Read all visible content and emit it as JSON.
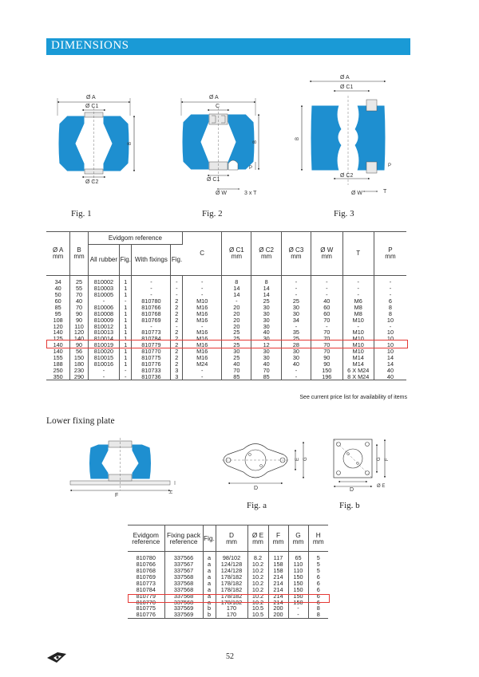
{
  "header": {
    "title": "DIMENSIONS"
  },
  "figures": {
    "fig1": {
      "caption": "Fig. 1",
      "labels": {
        "a": "Ø A",
        "c1": "Ø C1",
        "c2": "Ø C2",
        "b": "B"
      }
    },
    "fig2": {
      "caption": "Fig. 2",
      "labels": {
        "a": "Ø A",
        "c": "C",
        "c1": "Ø C1",
        "w": "Ø W",
        "t": "3 x T",
        "b": "B",
        "p": "P"
      }
    },
    "fig3": {
      "caption": "Fig. 3",
      "labels": {
        "a": "Ø A",
        "c1": "Ø C1",
        "c2": "Ø C2",
        "w": "Ø W",
        "t": "T",
        "b": "B",
        "p": "P"
      }
    },
    "figa": {
      "caption": "Fig. a",
      "labels": {
        "d": "D",
        "e": "E",
        "g": "G"
      }
    },
    "figb": {
      "caption": "Fig. b",
      "labels": {
        "d": "D",
        "e": "Ø E",
        "f": "F",
        "g": "G"
      }
    },
    "plate": {
      "labels": {
        "f": "F",
        "h": "H"
      }
    }
  },
  "main_table": {
    "headers": {
      "a": "Ø A",
      "a_unit": "mm",
      "b": "B",
      "b_unit": "mm",
      "evidgom": "Evidgom reference",
      "all_rubber": "All rubber",
      "fig": "Fig.",
      "with_fixings": "With fixings",
      "fig2": "Fig.",
      "c": "C",
      "c1": "Ø C1",
      "c1_unit": "mm",
      "c2": "Ø C2",
      "c2_unit": "mm",
      "c3": "Ø C3",
      "c3_unit": "mm",
      "w": "Ø W",
      "w_unit": "mm",
      "t": "T",
      "p": "P",
      "p_unit": "mm"
    },
    "rows": [
      [
        "34",
        "25",
        "810002",
        "1",
        "-",
        "-",
        "-",
        "8",
        "8",
        "-",
        "-",
        "-",
        "-"
      ],
      [
        "40",
        "55",
        "810003",
        "1",
        "-",
        "-",
        "-",
        "14",
        "14",
        "-",
        "-",
        "-",
        "-"
      ],
      [
        "50",
        "70",
        "810005",
        "1",
        "-",
        "-",
        "-",
        "14",
        "14",
        "-",
        "-",
        "-",
        "-"
      ],
      [
        "60",
        "40",
        "-",
        "-",
        "810780",
        "2",
        "M10",
        "-",
        "25",
        "25",
        "40",
        "M6",
        "6"
      ],
      [
        "85",
        "70",
        "810006",
        "1",
        "810766",
        "2",
        "M16",
        "20",
        "30",
        "30",
        "60",
        "M8",
        "8"
      ],
      [
        "95",
        "90",
        "810008",
        "1",
        "810768",
        "2",
        "M16",
        "20",
        "30",
        "30",
        "60",
        "M8",
        "8"
      ],
      [
        "108",
        "90",
        "810009",
        "1",
        "810769",
        "2",
        "M16",
        "20",
        "30",
        "34",
        "70",
        "M10",
        "10"
      ],
      [
        "120",
        "110",
        "810012",
        "1",
        "-",
        "-",
        "-",
        "20",
        "30",
        "-",
        "-",
        "-",
        "-"
      ],
      [
        "140",
        "120",
        "810013",
        "1",
        "810773",
        "2",
        "M16",
        "25",
        "40",
        "35",
        "70",
        "M10",
        "10"
      ],
      [
        "125",
        "140",
        "810014",
        "1",
        "810784",
        "2",
        "M16",
        "25",
        "30",
        "25",
        "70",
        "M10",
        "10"
      ],
      [
        "140",
        "90",
        "810019",
        "1",
        "810779",
        "2",
        "M16",
        "25",
        "12",
        "28",
        "70",
        "M10",
        "10"
      ],
      [
        "140",
        "56",
        "810020",
        "1",
        "810770",
        "2",
        "M16",
        "30",
        "30",
        "30",
        "70",
        "M10",
        "10"
      ],
      [
        "155",
        "150",
        "810015",
        "1",
        "810775",
        "2",
        "M16",
        "25",
        "30",
        "30",
        "90",
        "M14",
        "14"
      ],
      [
        "188",
        "180",
        "810016",
        "1",
        "810776",
        "2",
        "M24",
        "40",
        "40",
        "40",
        "90",
        "M14",
        "14"
      ],
      [
        "250",
        "230",
        "-",
        "-",
        "810733",
        "3",
        "-",
        "70",
        "70",
        "-",
        "150",
        "6 X M24",
        "40"
      ],
      [
        "350",
        "290",
        "-",
        "-",
        "810736",
        "3",
        "-",
        "85",
        "85",
        "-",
        "196",
        "8 X M24",
        "40"
      ]
    ],
    "note": "See current price list for availability of items"
  },
  "section2": {
    "title": "Lower fixing plate"
  },
  "fix_table": {
    "headers": {
      "evidgom": "Evidgom reference",
      "fixing": "Fixing pack reference",
      "fig": "Fig.",
      "d": "D",
      "d_unit": "mm",
      "e": "Ø E",
      "e_unit": "mm",
      "f": "F",
      "f_unit": "mm",
      "g": "G",
      "g_unit": "mm",
      "h": "H",
      "h_unit": "mm"
    },
    "rows": [
      [
        "810780",
        "337566",
        "a",
        "98/102",
        "8.2",
        "117",
        "65",
        "5"
      ],
      [
        "810766",
        "337567",
        "a",
        "124/128",
        "10.2",
        "158",
        "110",
        "5"
      ],
      [
        "810768",
        "337567",
        "a",
        "124/128",
        "10.2",
        "158",
        "110",
        "5"
      ],
      [
        "810769",
        "337568",
        "a",
        "178/182",
        "10.2",
        "214",
        "150",
        "6"
      ],
      [
        "810773",
        "337568",
        "a",
        "178/182",
        "10.2",
        "214",
        "150",
        "6"
      ],
      [
        "810784",
        "337568",
        "a",
        "178/182",
        "10.2",
        "214",
        "150",
        "6"
      ],
      [
        "810779",
        "337568",
        "a",
        "178/182",
        "10.2",
        "214",
        "150",
        "6"
      ],
      [
        "810770",
        "337568",
        "a",
        "178/182",
        "10.2",
        "214",
        "150",
        "6"
      ],
      [
        "810775",
        "337569",
        "b",
        "170",
        "10.5",
        "200",
        "-",
        "8"
      ],
      [
        "810776",
        "337569",
        "b",
        "170",
        "10.5",
        "200",
        "-",
        "8"
      ]
    ]
  },
  "footer": {
    "page_number": "52"
  },
  "colors": {
    "accent": "#1a9ad6",
    "highlight": "#e53935"
  }
}
